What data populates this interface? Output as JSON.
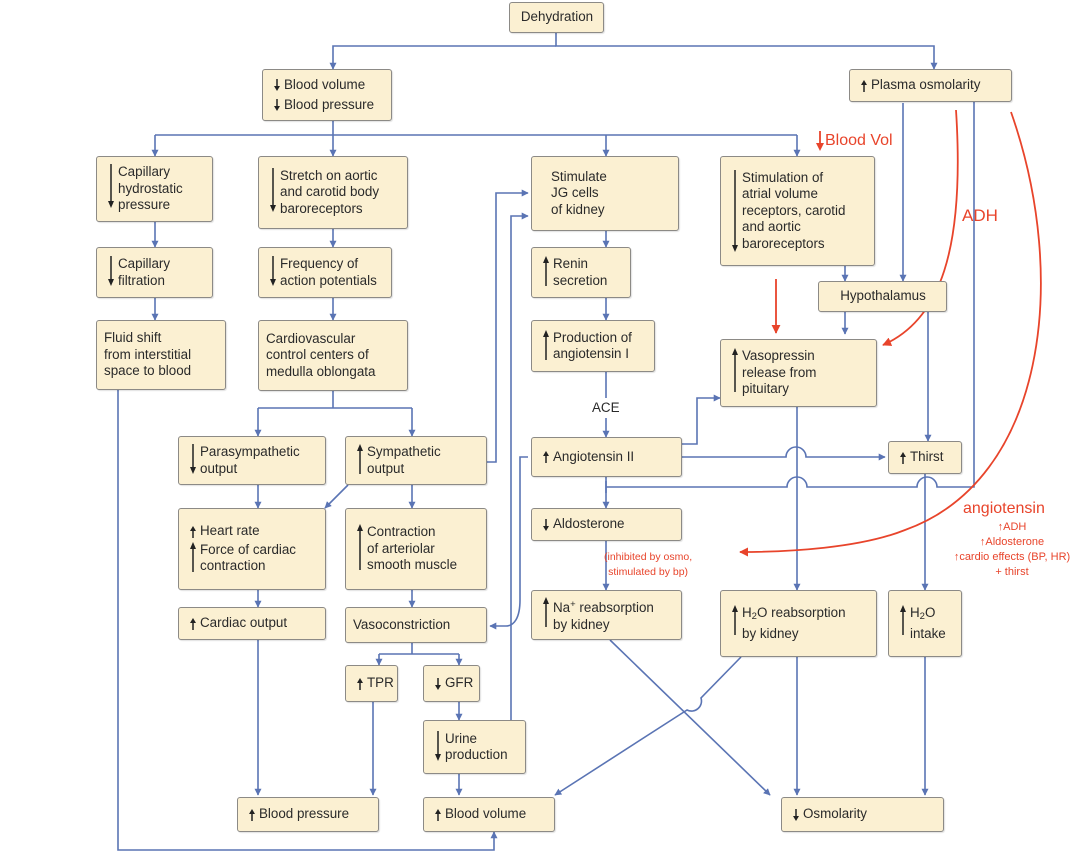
{
  "nodes": {
    "dehydration": "Dehydration",
    "blood_vol_press": [
      "Blood volume",
      "Blood pressure"
    ],
    "plasma_osm": "Plasma osmolarity",
    "cap_hydro": [
      "Capillary",
      "hydrostatic",
      "pressure"
    ],
    "stretch": [
      "Stretch on aortic",
      "and carotid body",
      "baroreceptors"
    ],
    "stim_jg": [
      "Stimulate",
      "JG cells",
      "of kidney"
    ],
    "stim_atrial": [
      "Stimulation of",
      "atrial volume",
      "receptors, carotid",
      "and aortic",
      "baroreceptors"
    ],
    "cap_filt": [
      "Capillary",
      "filtration"
    ],
    "freq_ap": [
      "Frequency of",
      "action potentials"
    ],
    "renin": [
      "Renin",
      "secretion"
    ],
    "hypothalamus": "Hypothalamus",
    "fluid_shift": [
      "Fluid shift",
      "from interstitial",
      "space to blood"
    ],
    "cardio_ctrl": [
      "Cardiovascular",
      "control centers of",
      "medulla oblongata"
    ],
    "prod_ang1": [
      "Production of",
      "angiotensin I"
    ],
    "vasopressin": [
      "Vasopressin",
      "release from",
      "pituitary"
    ],
    "ace": "ACE",
    "parasym": [
      "Parasympathetic",
      "output"
    ],
    "sym": [
      "Sympathetic",
      "output"
    ],
    "ang2": "Angiotensin II",
    "thirst": "Thirst",
    "hr": [
      "Heart rate",
      "Force of cardiac",
      "contraction"
    ],
    "contraction": [
      "Contraction",
      "of arteriolar",
      "smooth muscle"
    ],
    "aldosterone": "Aldosterone",
    "cardiac_out": "Cardiac output",
    "vasocon": "Vasoconstriction",
    "na_reabs": [
      "Na",
      "+",
      " reabsorption",
      "by kidney"
    ],
    "h2o_reabs": [
      "H",
      "2",
      "O reabsorption",
      "by kidney"
    ],
    "h2o_intake": [
      "H",
      "2",
      "O",
      "intake"
    ],
    "tpr": "TPR",
    "gfr": "GFR",
    "urine": [
      "Urine",
      "production"
    ],
    "blood_pressure": "Blood pressure",
    "blood_volume": "Blood volume",
    "osmolarity": "Osmolarity"
  },
  "annotations": {
    "blood_vol": "Blood Vol",
    "adh": "ADH",
    "aldo_note": [
      "(inhibited by osmo,",
      "stimulated by bp)"
    ],
    "angiotensin_title": "angiotensin",
    "angiotensin_effects": [
      "ADH",
      "Aldosterone",
      "cardio effects (BP, HR)",
      "+ thirst"
    ]
  },
  "colors": {
    "box_fill": "#fbf0d2",
    "connector": "#5a74b4",
    "annotation": "#e8442b"
  }
}
